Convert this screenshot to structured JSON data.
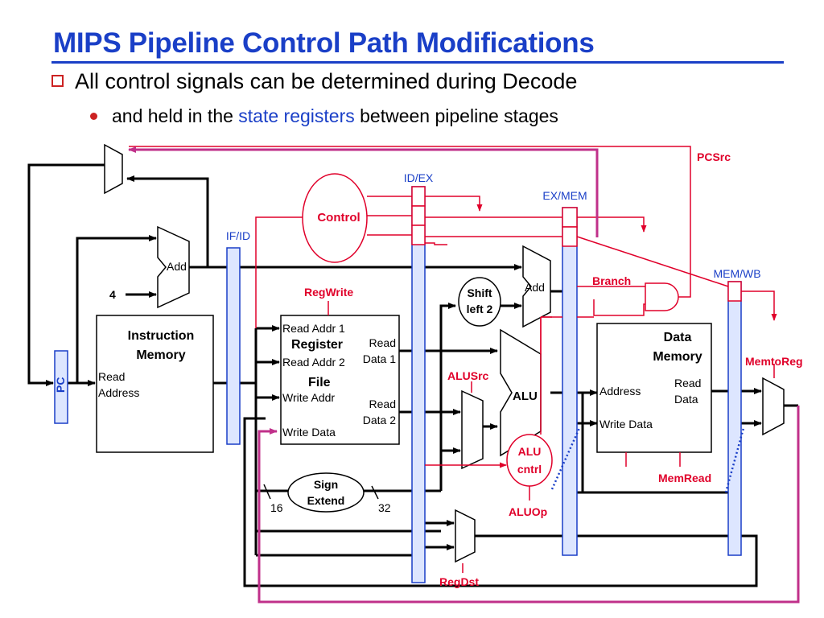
{
  "title": "MIPS Pipeline Control Path Modifications",
  "bullets": {
    "level1": "All control signals can be determined during Decode",
    "level2_prefix": "and held in the",
    "level2_highlight": "state registers",
    "level2_suffix": "between pipeline stages"
  },
  "pipeline_registers": {
    "if_id": "IF/ID",
    "id_ex": "ID/EX",
    "ex_mem": "EX/MEM",
    "mem_wb": "MEM/WB"
  },
  "blocks": {
    "pc": "PC",
    "add_pc": "Add",
    "add_branch": "Add",
    "four": "4",
    "instr_mem_line1": "Instruction",
    "instr_mem_line2": "Memory",
    "read_line1": "Read",
    "read_line2": "Address",
    "reg_file_line1": "Register",
    "reg_file_line2": "File",
    "read_addr1": "Read Addr 1",
    "read_addr2": "Read Addr 2",
    "write_addr": "Write Addr",
    "write_data": "Write Data",
    "read_data1_line1": "Read",
    "read_data1_line2": "Data 1",
    "read_data2_line1": "Read",
    "read_data2_line2": "Data 2",
    "control": "Control",
    "shift_line1": "Shift",
    "shift_line2": "left 2",
    "alu": "ALU",
    "alu_ctrl_line1": "ALU",
    "alu_ctrl_line2": "cntrl",
    "data_mem_line1": "Data",
    "data_mem_line2": "Memory",
    "address": "Address",
    "mem_write_data": "Write Data",
    "mem_read_data_line1": "Read",
    "mem_read_data_line2": "Data",
    "sign_ext_line1": "Sign",
    "sign_ext_line2": "Extend",
    "bits16": "16",
    "bits32": "32"
  },
  "control_signals": {
    "pcsrc": "PCSrc",
    "branch": "Branch",
    "regwrite": "RegWrite",
    "alusrc": "ALUSrc",
    "aluop": "ALUOp",
    "regdst": "RegDst",
    "memread": "MemRead",
    "memtoreg": "MemtoReg"
  },
  "colors": {
    "title_blue": "#1a3fc7",
    "control_red": "#e0002a",
    "writeback_magenta": "#c0308a",
    "pipeline_reg_fill": "#dde6ff",
    "bullet_red": "#cc2222"
  }
}
